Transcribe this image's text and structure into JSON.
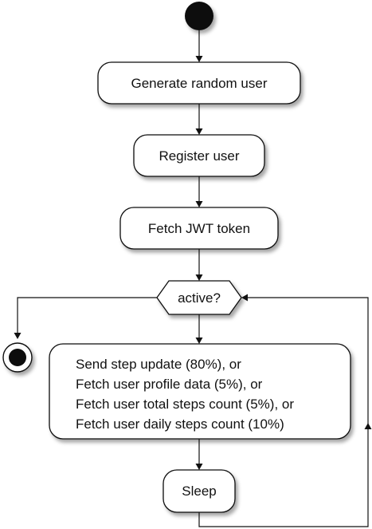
{
  "diagram": {
    "type": "activity",
    "nodes": {
      "generate": "Generate random user",
      "register": "Register user",
      "fetch_jwt": "Fetch JWT token",
      "decision": "active?",
      "actions": [
        "Send step update (80%), or",
        "Fetch user profile data (5%), or",
        "Fetch user total steps count (5%), or",
        "Fetch user daily steps count (10%)"
      ],
      "sleep": "Sleep"
    }
  }
}
